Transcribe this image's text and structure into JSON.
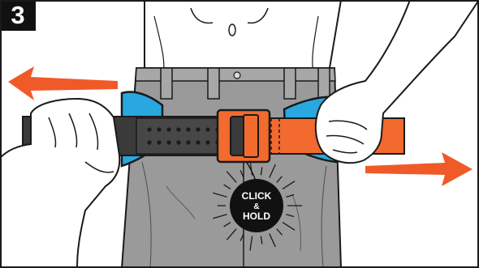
{
  "step": {
    "number": "3"
  },
  "callout": {
    "line1": "CLICK",
    "line2": "&",
    "line3": "HOLD"
  },
  "colors": {
    "arrow": "#f05a28",
    "belt_orange": "#f26a2e",
    "belt_black": "#3a3a3a",
    "belt_blue": "#29a8e0",
    "jeans": "#9a9a9a",
    "callout_bg": "#111111",
    "outline": "#1a1a1a"
  },
  "icons": {
    "left_arrow": "arrow-left-icon",
    "right_arrow": "arrow-right-icon",
    "burst": "starburst-icon"
  }
}
